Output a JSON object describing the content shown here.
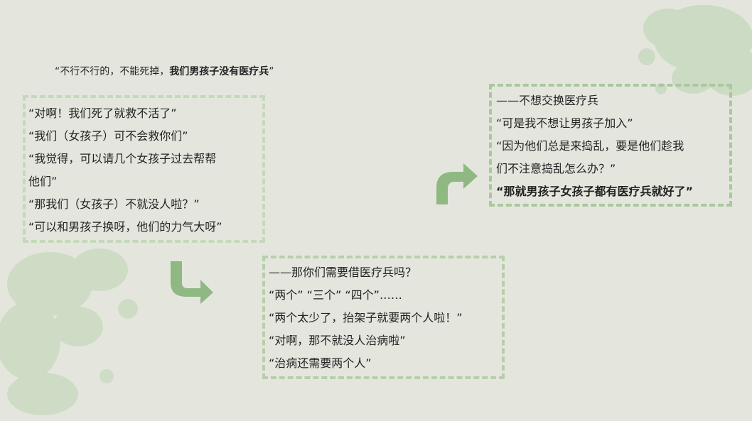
{
  "top_quote": {
    "prefix": "“不行不行的，不能死掉，",
    "bold": "我们男孩子没有医疗兵",
    "suffix": "”"
  },
  "box1": {
    "lines": [
      {
        "text": "  “对啊！我们死了就救不活了”",
        "bold": false
      },
      {
        "text": "  “我们（女孩子）可不会救你们”",
        "bold": false
      },
      {
        "text": "  “我觉得，可以请几个女孩子过去帮帮",
        "bold": false
      },
      {
        "text": "他们”",
        "bold": false
      },
      {
        "text": "  “那我们（女孩子）不就没人啦？”",
        "bold": false
      },
      {
        "text": "  “可以和男孩子换呀，他们的力气大呀”",
        "bold": false
      }
    ]
  },
  "box2": {
    "lines": [
      {
        "text": "——那你们需要借医疗兵吗？",
        "bold": false
      },
      {
        "text": "  “两个”  “三个”  “四个”……",
        "bold": false
      },
      {
        "text": "  “两个太少了，抬架子就要两个人啦！”",
        "bold": false
      },
      {
        "text": "  “对啊，那不就没人治病啦”",
        "bold": false
      },
      {
        "text": "  “治病还需要两个人”",
        "bold": false
      }
    ]
  },
  "box3": {
    "lines": [
      {
        "text": "——不想交换医疗兵",
        "bold": false
      },
      {
        "text": "  “可是我不想让男孩子加入”",
        "bold": false
      },
      {
        "text": "  “因为他们总是来捣乱，要是他们趁我",
        "bold": false
      },
      {
        "text": "们不注意捣乱怎么办？”",
        "bold": false
      },
      {
        "text": "  “那就男孩子女孩子都有医疗兵就好了”",
        "bold": true
      }
    ]
  },
  "colors": {
    "background": "#e4e6de",
    "arrow": "#8fb883",
    "ink_blot": "#b9d3ad"
  }
}
